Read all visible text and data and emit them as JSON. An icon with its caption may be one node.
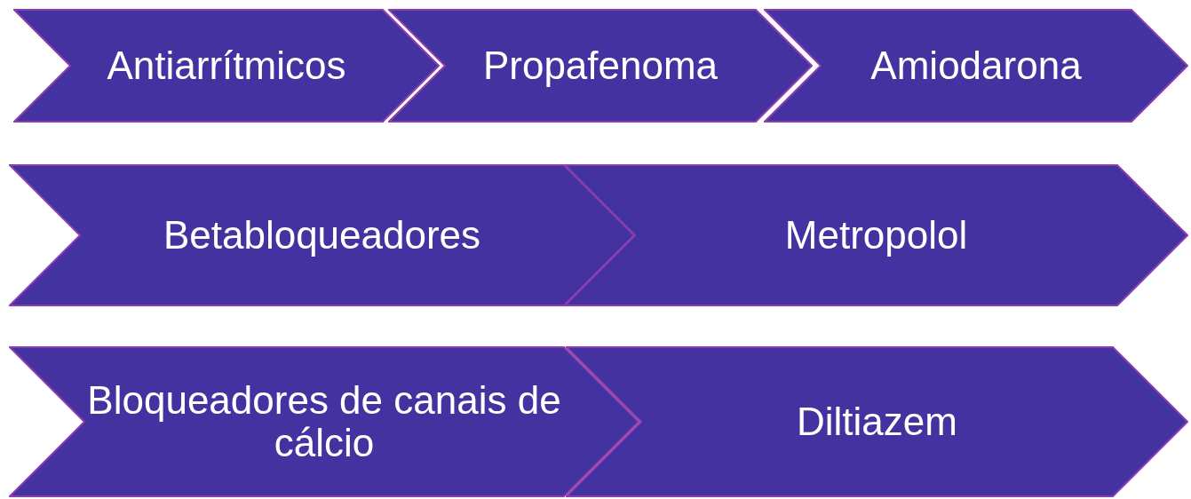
{
  "diagram": {
    "nodes": [
      {
        "text": [
          "Antiarrítmicos"
        ]
      },
      {
        "text": [
          "Propafenoma"
        ]
      },
      {
        "text": [
          "Amiodarona"
        ]
      },
      {
        "text": [
          "Betabloqueadores"
        ]
      },
      {
        "text": [
          "Metropolol"
        ]
      },
      {
        "text": [
          "Bloqueadores de canais de cálcio"
        ]
      },
      {
        "text": [
          "Diltiazem"
        ]
      }
    ]
  }
}
